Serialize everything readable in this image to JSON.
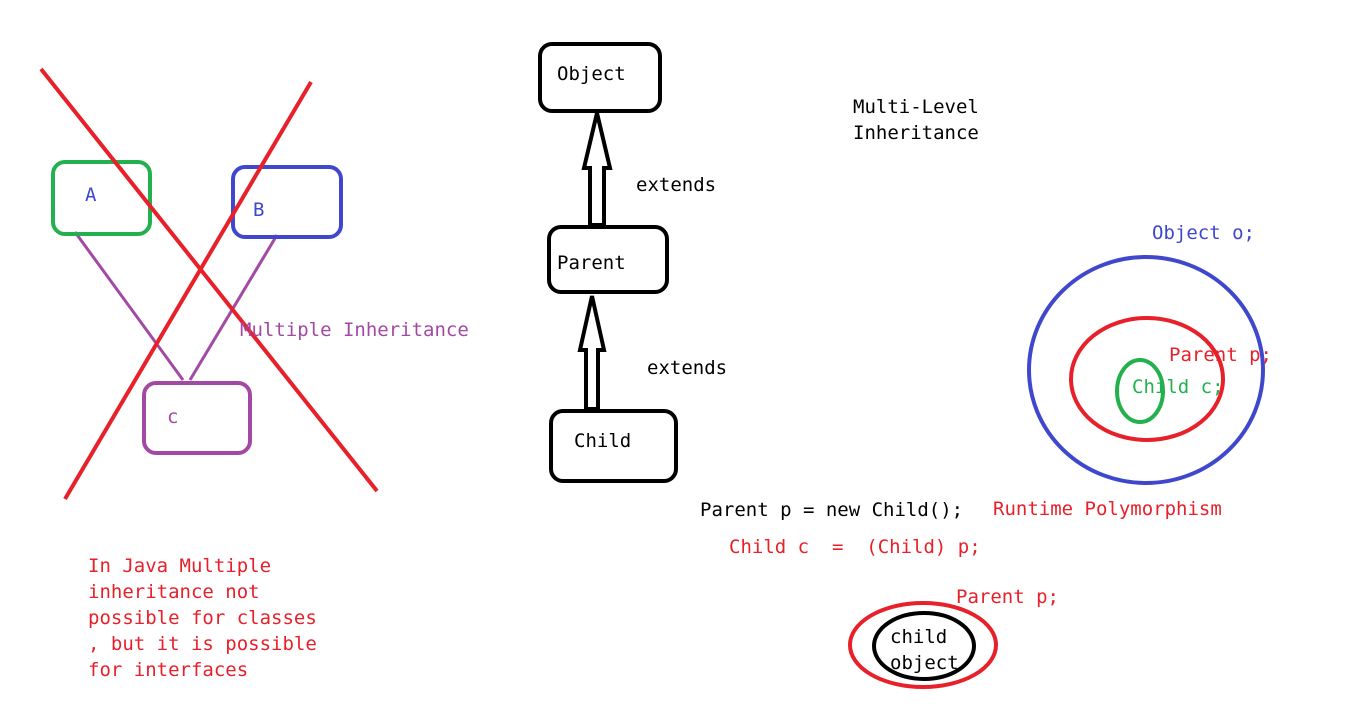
{
  "multiple_inheritance": {
    "box_a": "A",
    "box_b": "B",
    "box_c": "c",
    "title": "Multiple Inheritance",
    "note": [
      "In Java Multiple",
      "inheritance not",
      "possible for classes",
      ", but it is possible",
      "for interfaces"
    ]
  },
  "multi_level": {
    "box_object": "Object",
    "box_parent": "Parent",
    "box_child": "Child",
    "extends_upper": "extends",
    "extends_lower": "extends",
    "title": [
      "Multi-Level",
      "Inheritance"
    ]
  },
  "polymorphism": {
    "assignment": "Parent p = new Child();",
    "label": "Runtime Polymorphism",
    "cast": "Child c  =  (Child) p;"
  },
  "reference_circles": {
    "outer": "Object o;",
    "middle": "Parent p;",
    "inner": "Child c;"
  },
  "object_ref": {
    "ref": "Parent p;",
    "object": [
      "child",
      "object"
    ]
  },
  "colors": {
    "red": "#e8202a",
    "blue": "#3f48cc",
    "green": "#22b14c",
    "purple": "#a349a4",
    "black": "#000000"
  }
}
